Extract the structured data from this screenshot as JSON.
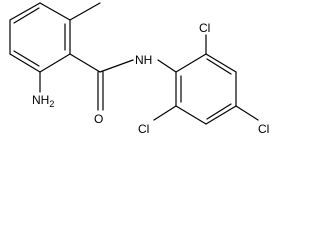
{
  "structure": {
    "atom_labels": {
      "amine_n": "NH",
      "amine_h_count": "2",
      "carbonyl_o": "O",
      "amide_nh": "NH",
      "cl_top": "Cl",
      "cl_bottom_left": "Cl",
      "cl_right": "Cl"
    }
  },
  "colors": {
    "bond": "#000000",
    "text": "#000000",
    "background": "#ffffff"
  }
}
